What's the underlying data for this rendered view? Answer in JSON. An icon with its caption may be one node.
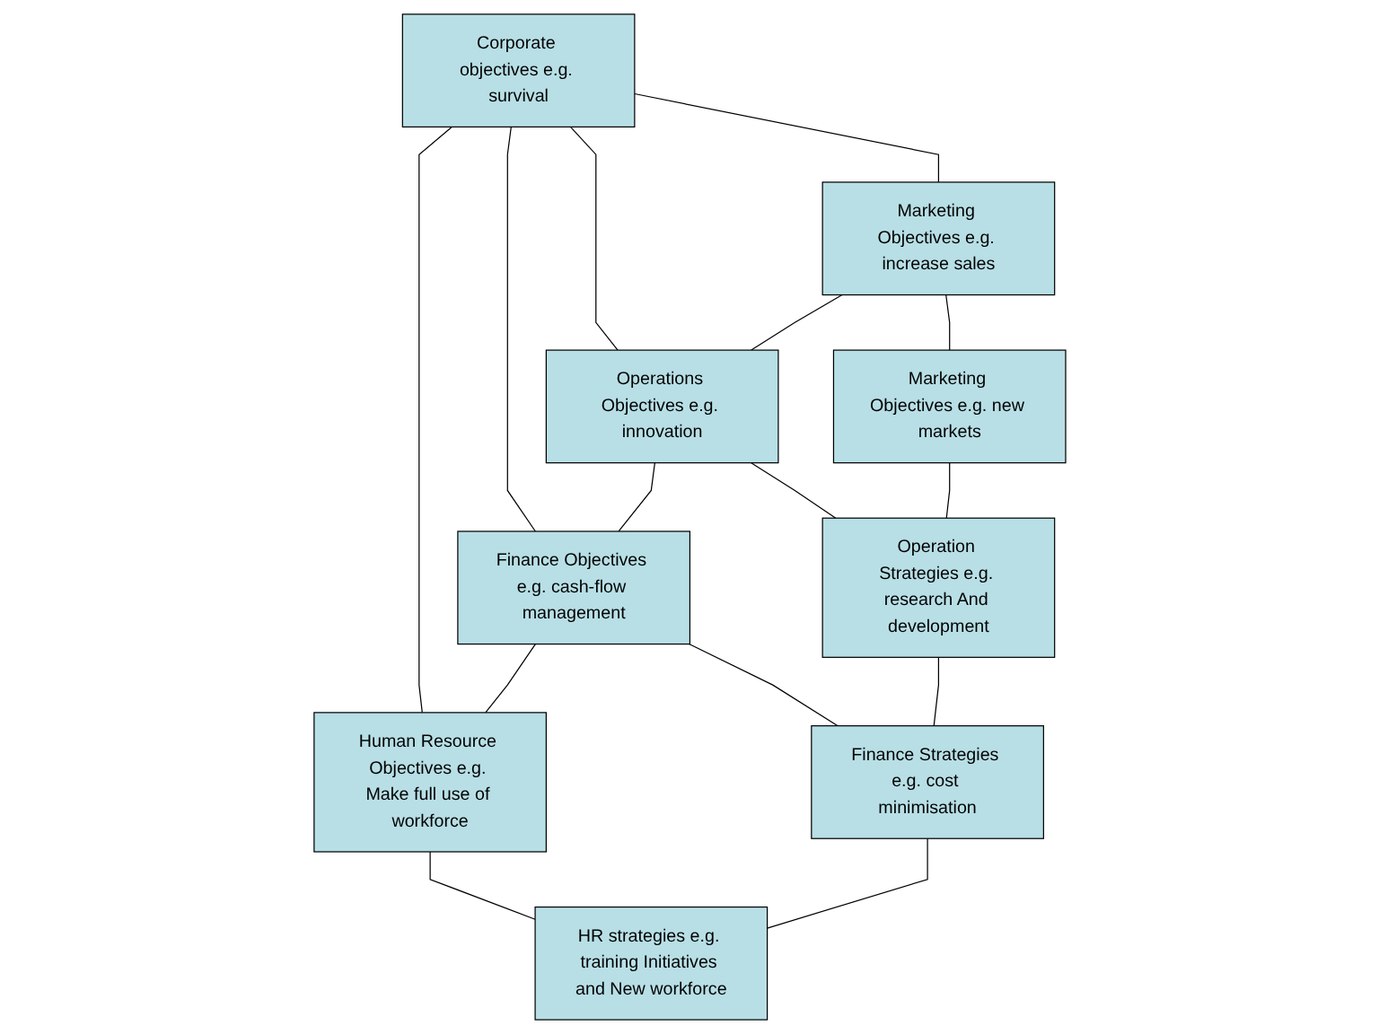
{
  "diagram": {
    "nodes": [
      {
        "text": [
          "Corporate objectives e.g. survival"
        ]
      },
      {
        "text": [
          "Marketing Objectives e.g. increase sales"
        ]
      },
      {
        "text": [
          "Operations Objectives e.g. innovation"
        ]
      },
      {
        "text": [
          "Finance Objectives e.g. cash-flow management"
        ]
      },
      {
        "text": [
          "Human Resource Objectives e.g. Make full use of workforce"
        ]
      },
      {
        "text": [
          "Marketing Objectives e.g. new markets"
        ]
      },
      {
        "text": [
          "Operation Strategies e.g. research And development"
        ]
      },
      {
        "text": [
          "Finance Strategies e.g. cost minimisation"
        ]
      },
      {
        "text": [
          "HR strategies e.g. training Initiatives and New workforce"
        ]
      }
    ],
    "edges": [
      {
        "from": 0,
        "to": 1,
        "arrow": "none"
      },
      {
        "from": 0,
        "to": 2,
        "arrow": "none"
      },
      {
        "from": 0,
        "to": 3,
        "arrow": "none"
      },
      {
        "from": 0,
        "to": 4,
        "arrow": "none"
      },
      {
        "from": 1,
        "to": 2,
        "arrow": "none"
      },
      {
        "from": 2,
        "to": 3,
        "arrow": "none"
      },
      {
        "from": 3,
        "to": 4,
        "arrow": "none"
      },
      {
        "from": 1,
        "to": 5,
        "arrow": "none"
      },
      {
        "from": 2,
        "to": 6,
        "arrow": "none"
      },
      {
        "from": 3,
        "to": 7,
        "arrow": "none"
      },
      {
        "from": 4,
        "to": 8,
        "arrow": "none"
      },
      {
        "from": 5,
        "to": 6,
        "arrow": "none"
      },
      {
        "from": 6,
        "to": 7,
        "arrow": "none"
      },
      {
        "from": 7,
        "to": 8,
        "arrow": "none"
      }
    ]
  }
}
